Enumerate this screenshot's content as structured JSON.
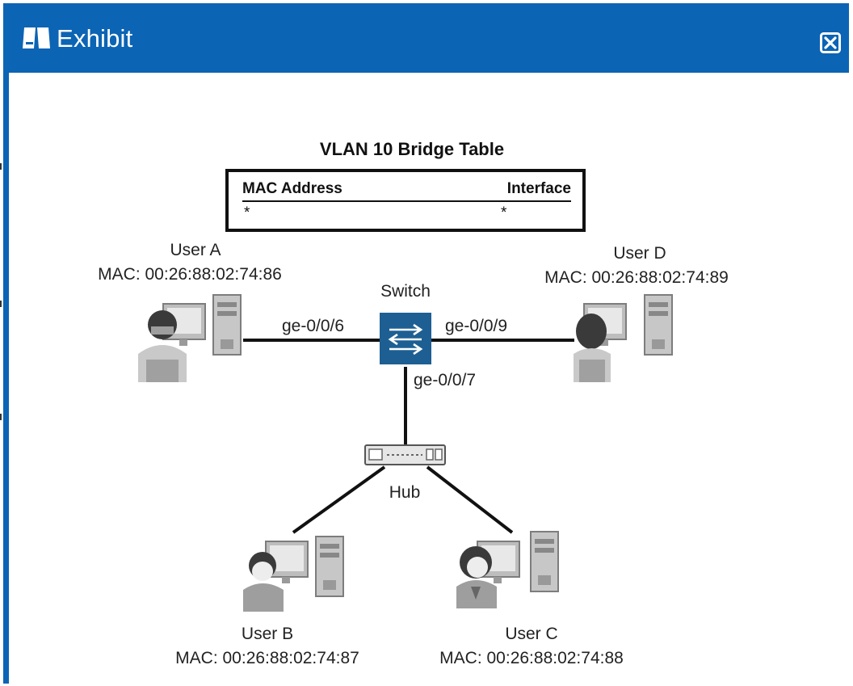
{
  "window": {
    "title": "Exhibit",
    "title_icon": "exhibit-book-icon",
    "close_icon": "close-icon",
    "accent_color": "#0c64b4"
  },
  "bridge_table": {
    "title": "VLAN 10 Bridge Table",
    "columns": [
      "MAC Address",
      "Interface"
    ],
    "rows": [
      [
        "*",
        "*"
      ]
    ]
  },
  "devices": {
    "switch": {
      "label": "Switch",
      "icon": "switch-icon"
    },
    "hub": {
      "label": "Hub",
      "icon": "hub-icon"
    },
    "user_a": {
      "name": "User A",
      "mac": "MAC: 00:26:88:02:74:86"
    },
    "user_b": {
      "name": "User B",
      "mac": "MAC: 00:26:88:02:74:87"
    },
    "user_c": {
      "name": "User C",
      "mac": "MAC: 00:26:88:02:74:88"
    },
    "user_d": {
      "name": "User D",
      "mac": "MAC: 00:26:88:02:74:89"
    }
  },
  "links": {
    "switch_user_a": "ge-0/0/6",
    "switch_user_d": "ge-0/0/9",
    "switch_hub": "ge-0/0/7"
  }
}
